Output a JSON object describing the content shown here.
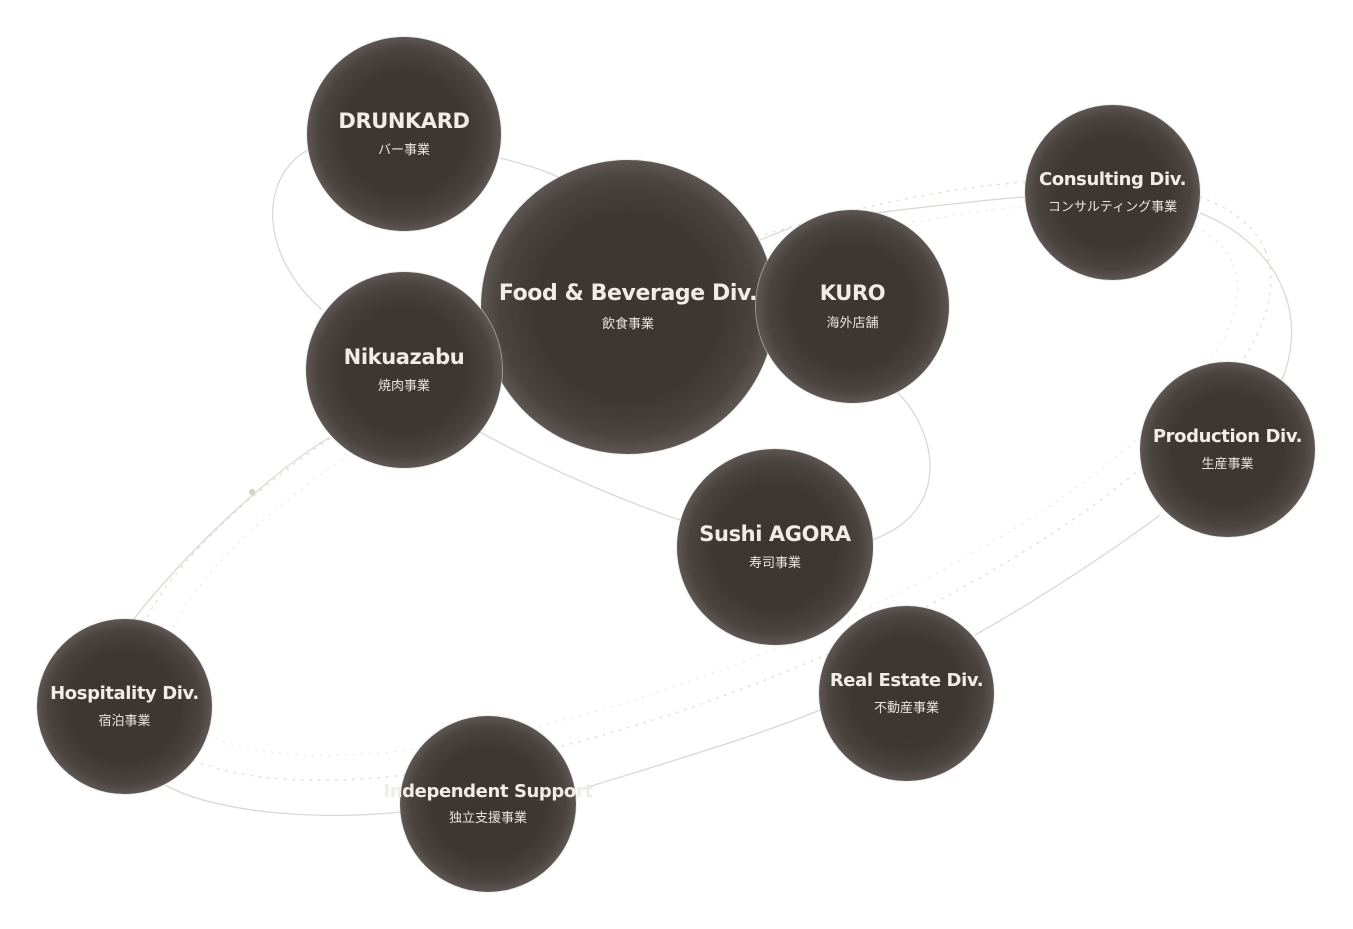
{
  "colors": {
    "node_core": "#3d3532",
    "orbit_line": "#ddd8d2",
    "text_primary": "#f1ece7"
  },
  "nodes": {
    "food": {
      "en": "Food & Beverage Div.",
      "ja": "飲食事業"
    },
    "drunkard": {
      "en": "DRUNKARD",
      "ja": "バー事業"
    },
    "nikuazabu": {
      "en": "Nikuazabu",
      "ja": "焼肉事業"
    },
    "kuro": {
      "en": "KURO",
      "ja": "海外店舗"
    },
    "sushi": {
      "en": "Sushi AGORA",
      "ja": "寿司事業"
    },
    "consulting": {
      "en": "Consulting Div.",
      "ja": "コンサルティング事業"
    },
    "production": {
      "en": "Production Div.",
      "ja": "生産事業"
    },
    "real_estate": {
      "en": "Real Estate Div.",
      "ja": "不動産事業"
    },
    "hospitality": {
      "en": "Hospitality Div.",
      "ja": "宿泊事業"
    },
    "independent": {
      "en": "Independent Support",
      "ja": "独立支援事業"
    }
  }
}
